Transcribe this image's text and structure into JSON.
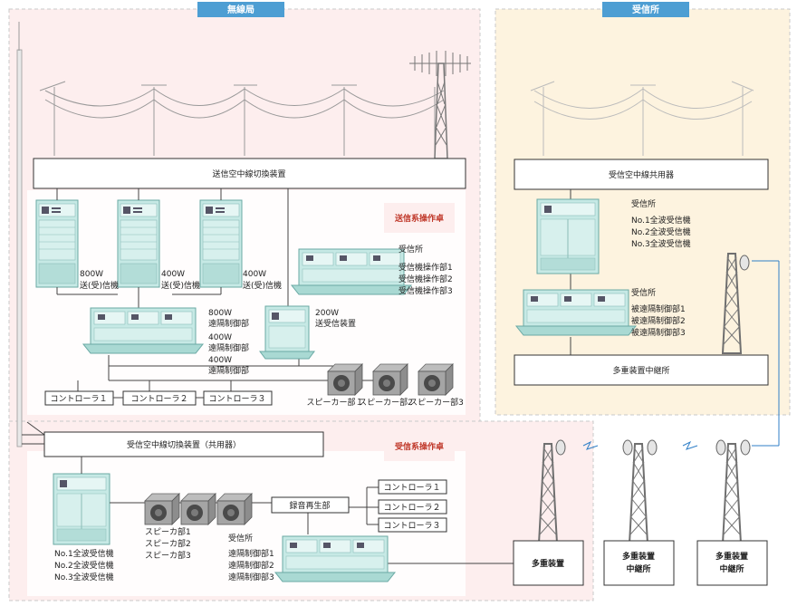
{
  "sections": {
    "musenkyoku": "無線局",
    "jushinsho": "受信所"
  },
  "boxes": {
    "tx_antenna_switch": "送信空中線切換装置",
    "rx_antenna_shared": "受信空中線共用器",
    "rx_antenna_switch": "受信空中線切換装置（共用器）",
    "multiplex_relay_top": "多重装置中継所",
    "recording": "録音再生部",
    "multiplex_device": "多重装置",
    "relay1": [
      "多重装置",
      "中継所"
    ],
    "relay2": [
      "多重装置",
      "中継所"
    ]
  },
  "consoles": {
    "tx": "送信系操作卓",
    "rx": "受信系操作卓"
  },
  "controllers_top": [
    "コントローラ１",
    "コントローラ２",
    "コントローラ３"
  ],
  "controllers_bottom": [
    "コントローラ１",
    "コントローラ２",
    "コントローラ３"
  ],
  "labels": {
    "tx800": [
      "800W",
      "送(受)信機"
    ],
    "tx400a": [
      "400W",
      "送(受)信機"
    ],
    "tx400b": [
      "400W",
      "送(受)信機"
    ],
    "remote_ctrl": [
      "800W",
      "遠隔制御部",
      "400W",
      "遠隔制御部",
      "400W",
      "遠隔制御部"
    ],
    "tx200": [
      "200W",
      "送受信装置"
    ],
    "rx_ops": [
      "受信所",
      "受信機操作部1",
      "受信機操作部2",
      "受信機操作部3"
    ],
    "speakers_top": [
      "スピーカー部１",
      "スピーカー部2",
      "スピーカー部3"
    ],
    "rx_station_receivers": [
      "受信所",
      "No.1全波受信機",
      "No.2全波受信機",
      "No.3全波受信機"
    ],
    "rx_station_remote": [
      "受信所",
      "被遠隔制御部1",
      "被遠隔制御部2",
      "被遠隔制御部3"
    ],
    "bottom_receivers": [
      "No.1全波受信機",
      "No.2全波受信機",
      "No.3全波受信機"
    ],
    "speakers_bottom": [
      "スピーカ部1",
      "スピーカ部2",
      "スピーカ部3"
    ],
    "bottom_remote": [
      "受信所",
      "遠隔制御部1",
      "遠隔制御部2",
      "遠隔制御部3"
    ]
  },
  "colors": {
    "musenkyoku_bg": "#fdeeee",
    "jushinsho_bg": "#fdf3df",
    "header_bg": "#4d9ed3",
    "equipment": "#bfe6e3",
    "tower": "#777777",
    "link": "#2f7fc7"
  }
}
